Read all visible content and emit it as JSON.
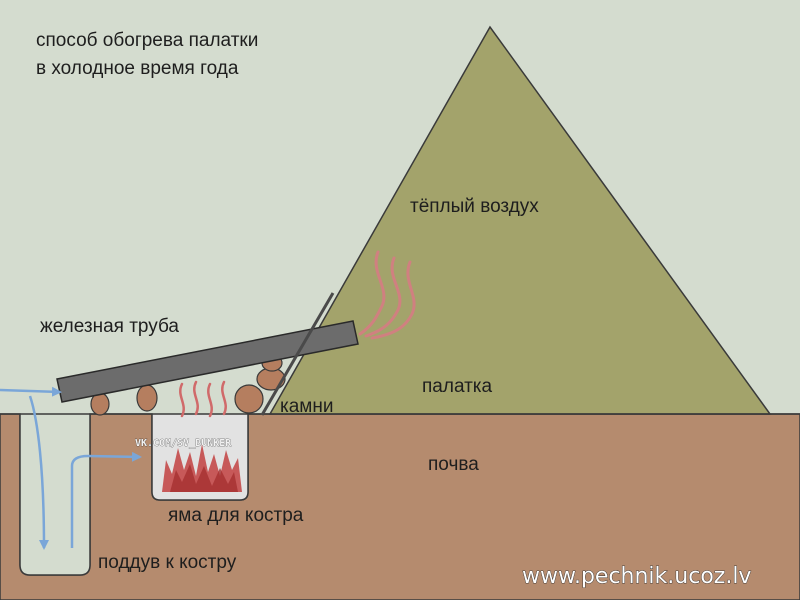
{
  "title": {
    "line1": "способ обогрева палатки",
    "line2": "в холодное время года"
  },
  "labels": {
    "warm_air": "тёплый воздух",
    "iron_pipe": "железная труба",
    "tent": "палатка",
    "stones": "камни",
    "soil": "почва",
    "fire_pit": "яма для костра",
    "air_intake": "поддув к костру"
  },
  "stamp": "VK.COM/SV_BUNKER",
  "watermark": "www.pechnik.ucoz.lv",
  "colors": {
    "sky": "#d4dccf",
    "soil": "#b58b6e",
    "tent": "#a3a36b",
    "pipe": "#6c6c6c",
    "stone": "#b57e5f",
    "flame": "#c44a4a",
    "airflow_arrow": "#7aa6d8"
  }
}
